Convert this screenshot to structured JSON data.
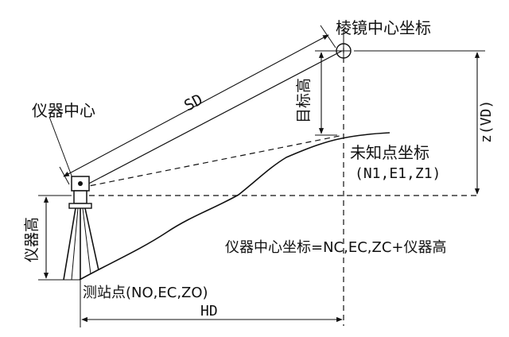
{
  "labels": {
    "prism_center": "棱镜中心坐标",
    "instrument_center": "仪器中心",
    "sd": "SD",
    "target_height": "目标高",
    "vd": "z(VD)",
    "unknown_point": "未知点坐标",
    "unknown_coords": "(N1,E1,Z1)",
    "formula": "仪器中心坐标=NC,EC,ZC+仪器高",
    "instrument_height": "仪器高",
    "station_point": "测站点(NO,EC,ZO)",
    "hd": "HD"
  },
  "colors": {
    "line": "#111111",
    "background": "#ffffff"
  }
}
